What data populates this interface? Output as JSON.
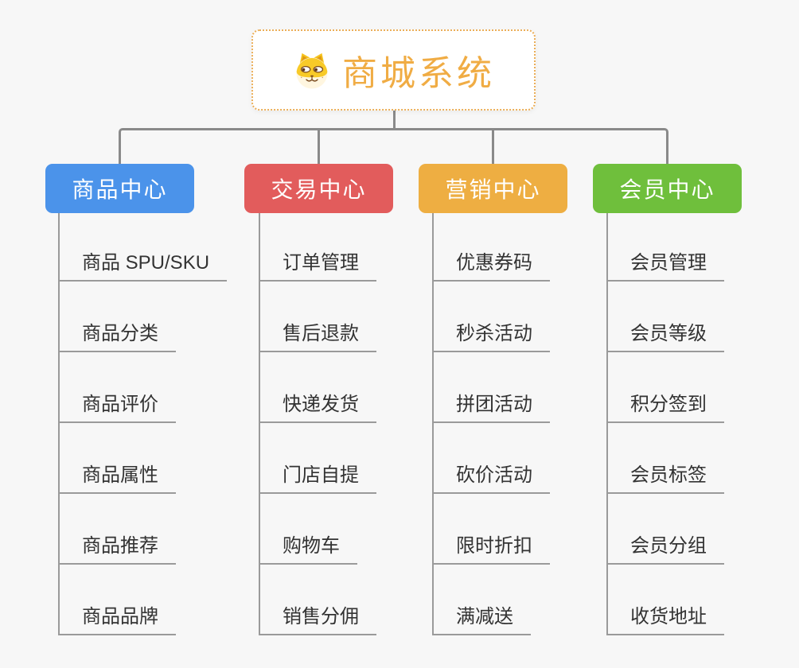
{
  "page": {
    "background_color": "#f7f7f7",
    "connector_color": "#8a8a8a",
    "leaf_line_color": "#9a9a9a"
  },
  "root": {
    "title": "商城系统",
    "title_color": "#f0ac44",
    "border_color": "#ebae58",
    "icon": "doge-face-icon"
  },
  "branches": [
    {
      "label": "商品中心",
      "color": "#4b93ea",
      "items": [
        "商品 SPU/SKU",
        "商品分类",
        "商品评价",
        "商品属性",
        "商品推荐",
        "商品品牌"
      ]
    },
    {
      "label": "交易中心",
      "color": "#e25c5c",
      "items": [
        "订单管理",
        "售后退款",
        "快递发货",
        "门店自提",
        "购物车",
        "销售分佣"
      ]
    },
    {
      "label": "营销中心",
      "color": "#eeae42",
      "items": [
        "优惠券码",
        "秒杀活动",
        "拼团活动",
        "砍价活动",
        "限时折扣",
        "满减送"
      ]
    },
    {
      "label": "会员中心",
      "color": "#6fbf3c",
      "items": [
        "会员管理",
        "会员等级",
        "积分签到",
        "会员标签",
        "会员分组",
        "收货地址"
      ]
    }
  ]
}
